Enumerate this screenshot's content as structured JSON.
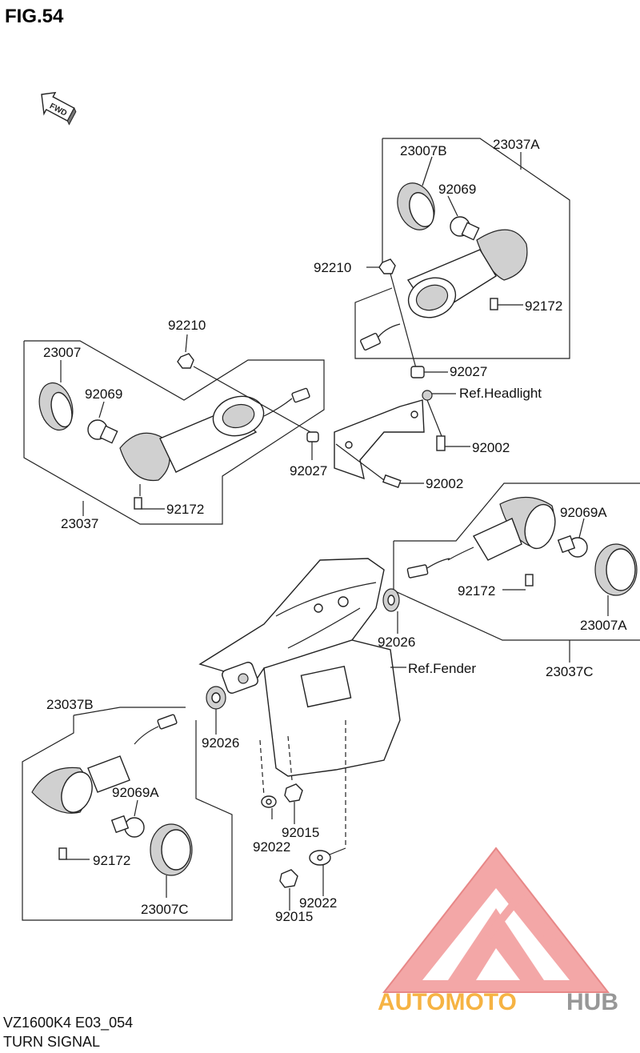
{
  "figure": {
    "title": "FIG.54"
  },
  "fwd_badge": "FWD",
  "parts": {
    "p23007B": "23007B",
    "p23037A": "23037A",
    "p92069_a": "92069",
    "p92210_a": "92210",
    "p92172_a": "92172",
    "p92027_a": "92027",
    "ref_headlight": "Ref.Headlight",
    "p92210_b": "92210",
    "p23007": "23007",
    "p92069_b": "92069",
    "p92002_a": "92002",
    "p92027_b": "92027",
    "p92002_b": "92002",
    "p92172_b": "92172",
    "p23037": "23037",
    "p92069A_a": "92069A",
    "p92172_c": "92172",
    "p92026_a": "92026",
    "p23007A": "23007A",
    "ref_fender": "Ref.Fender",
    "p23037C": "23037C",
    "p23037B": "23037B",
    "p92026_b": "92026",
    "p92069A_b": "92069A",
    "p92015_a": "92015",
    "p92022_a": "92022",
    "p92172_d": "92172",
    "p92022_b": "92022",
    "p92015_b": "92015",
    "p23007C": "23007C"
  },
  "footer": {
    "model_code": "VZ1600K4 E03_054",
    "section_name": "TURN SIGNAL"
  },
  "watermark": {
    "brand_a": "AUTOMOTO",
    "brand_b": "HUB",
    "color_main": "#f5a623",
    "color_logo": "#f08a8a",
    "color_hub": "#8c8c8c"
  }
}
